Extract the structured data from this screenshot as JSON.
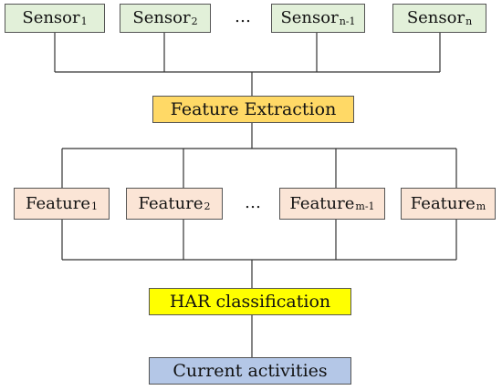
{
  "sensors": [
    {
      "label": "Sensor",
      "sub": "1"
    },
    {
      "label": "Sensor",
      "sub": "2"
    },
    {
      "label": "Sensor",
      "sub": "n-1"
    },
    {
      "label": "Sensor",
      "sub": "n"
    }
  ],
  "sensor_ellipsis": "…",
  "feature_extraction": "Feature Extraction",
  "features": [
    {
      "label": "Feature",
      "sub": "1"
    },
    {
      "label": "Feature",
      "sub": "2"
    },
    {
      "label": "Feature",
      "sub": "m-1"
    },
    {
      "label": "Feature",
      "sub": "m"
    }
  ],
  "feature_ellipsis": "…",
  "har_classification": "HAR classification",
  "current_activities": "Current activities",
  "colors": {
    "sensor_fill": "#e2f0d9",
    "feature_fill": "#fbe5d6",
    "extraction_fill": "#ffd966",
    "har_fill": "#ffff00",
    "current_fill": "#b4c7e7",
    "border": "#555555"
  }
}
